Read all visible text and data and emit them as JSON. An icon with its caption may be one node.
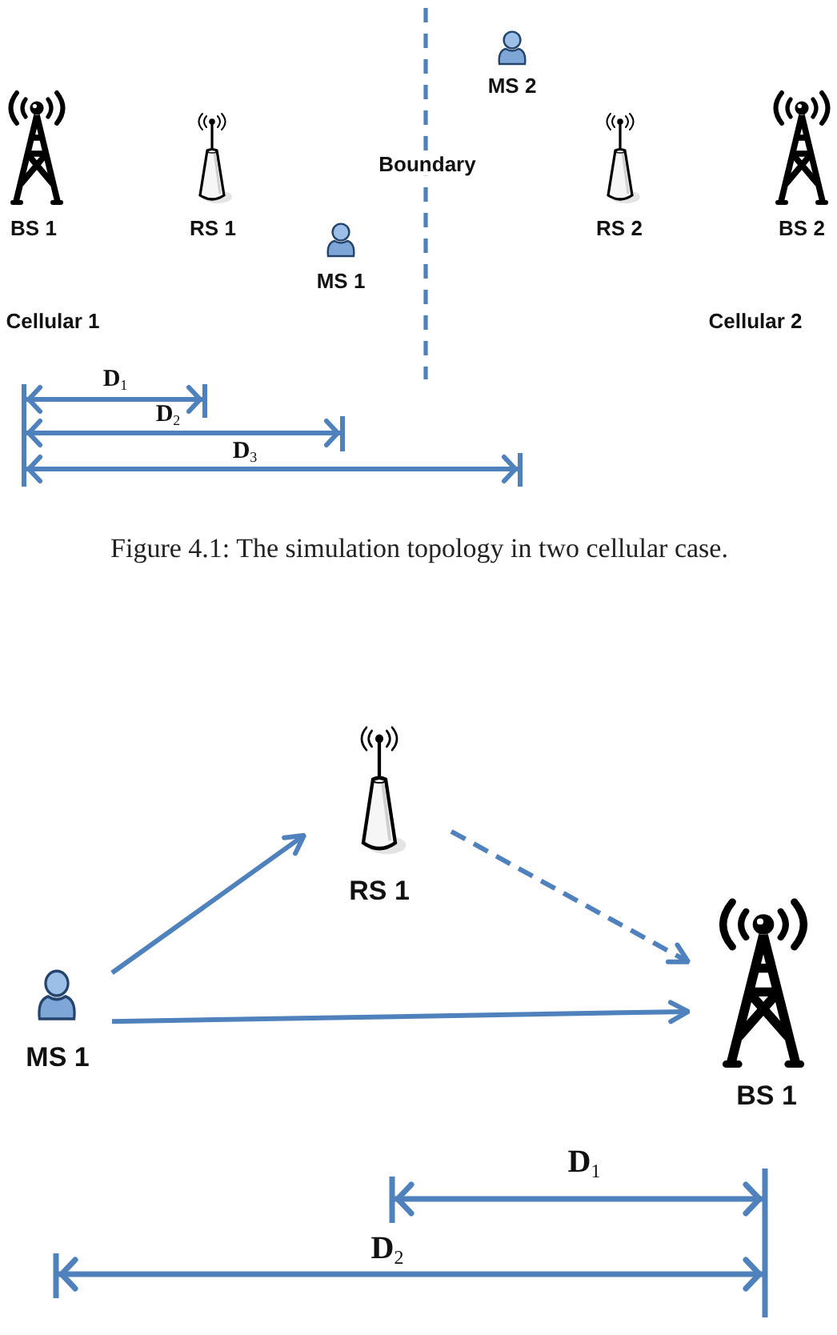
{
  "diagram": {
    "caption": "Figure 4.1: The simulation topology in two cellular case.",
    "nodes": [
      {
        "text": [
          "BS 1"
        ]
      },
      {
        "text": [
          "RS 1"
        ]
      },
      {
        "text": [
          "MS 1"
        ]
      },
      {
        "text": [
          "MS 2"
        ]
      },
      {
        "text": [
          "RS 2"
        ]
      },
      {
        "text": [
          "BS 2"
        ]
      },
      {
        "text": [
          "RS 1"
        ]
      },
      {
        "text": [
          "MS 1"
        ]
      },
      {
        "text": [
          "BS 1"
        ]
      }
    ],
    "edges": [
      {
        "from": 7,
        "to": 6,
        "arrow": "to"
      },
      {
        "from": 6,
        "to": 8,
        "arrow": "to",
        "style": "dashed"
      },
      {
        "from": 7,
        "to": 8,
        "arrow": "to"
      }
    ],
    "labels": [
      "Boundary",
      "Cellular 1",
      "Cellular 2",
      "D$_{1}$",
      "D$_{2}$",
      "D$_{3}$",
      "D$_{1}$",
      "D$_{2}$"
    ]
  }
}
